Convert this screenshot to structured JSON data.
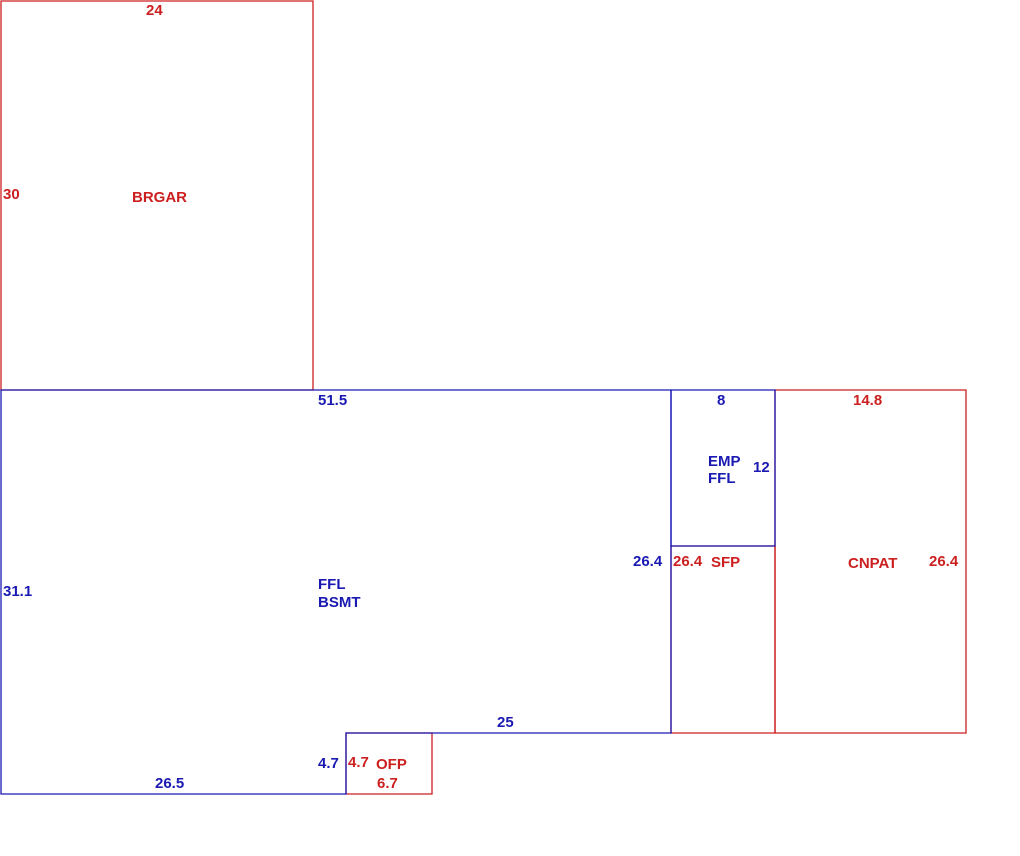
{
  "colors": {
    "blue": "#1a1ab3",
    "red": "#cc1f1f",
    "background": "#ffffff"
  },
  "areas": {
    "brgar": {
      "name": "BRGAR",
      "dim_top": "24",
      "dim_left": "30"
    },
    "ffl_bsmt": {
      "name_line1": "FFL",
      "name_line2": "BSMT",
      "dim_top": "51.5",
      "dim_left": "31.1",
      "dim_bottom": "26.5",
      "dim_step_right": "4.7",
      "dim_step_top": "25",
      "dim_right": "26.4"
    },
    "emp_ffl": {
      "name_line1": "EMP",
      "name_line2": "FFL",
      "dim_top": "8",
      "dim_right": "12"
    },
    "sfp": {
      "name": "SFP",
      "dim_left": "26.4"
    },
    "cnpat": {
      "name": "CNPAT",
      "dim_top": "14.8",
      "dim_right": "26.4"
    },
    "ofp": {
      "name": "OFP",
      "dim_left": "4.7",
      "dim_bottom": "6.7"
    }
  }
}
